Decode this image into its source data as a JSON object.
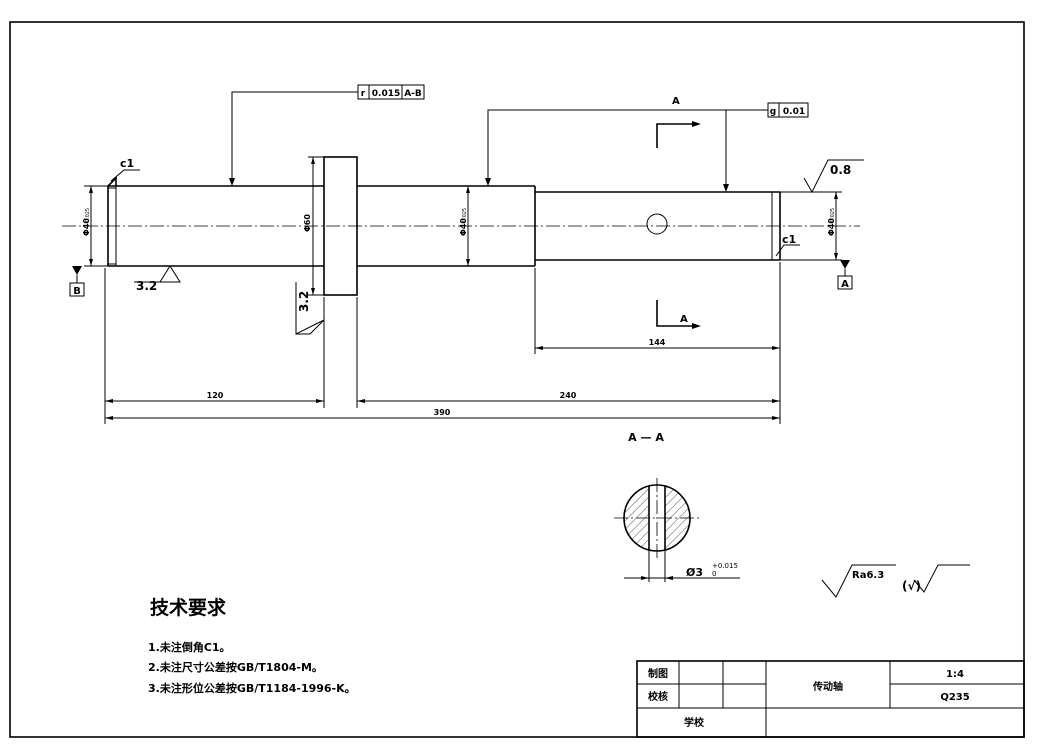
{
  "dimensions": {
    "d_left": "Φ40",
    "d_left_tol": "-0.025",
    "d_collar": "Φ60",
    "d_mid": "Φ40",
    "d_mid_tol": "-0.025",
    "d_right": "Φ40",
    "d_right_tol": "-0.025",
    "len_left": "120",
    "len_right": "240",
    "len_key": "144",
    "len_total": "390",
    "chamfer_left": "c1",
    "chamfer_right": "c1",
    "hole_dia": "Ø3",
    "hole_tol_upper": "+0.015",
    "hole_tol_lower": "0"
  },
  "tolerances": {
    "runout": {
      "symbol": "r",
      "value": "0.015",
      "datum": "A-B"
    },
    "cyl": {
      "symbol": "g",
      "value": "0.01"
    }
  },
  "datums": {
    "left": "B",
    "right": "A"
  },
  "section": {
    "mark_top": "A",
    "mark_bottom": "A",
    "mark_top_dim": "A",
    "title": "A — A"
  },
  "roughness": {
    "left_face": "3.2",
    "collar": "3.2",
    "right_shaft": "0.8",
    "general": "Ra6.3",
    "other": "(√)"
  },
  "notes": {
    "heading": "技术要求",
    "items": [
      "1.未注倒角C1。",
      "2.未注尺寸公差按GB/T1804-M。",
      "3.未注形位公差按GB/T1184-1996-K。"
    ]
  },
  "titleblock": {
    "draw_label": "制图",
    "check_label": "校核",
    "school_label": "学校",
    "part_name": "传动轴",
    "scale": "1:4",
    "material": "Q235"
  }
}
